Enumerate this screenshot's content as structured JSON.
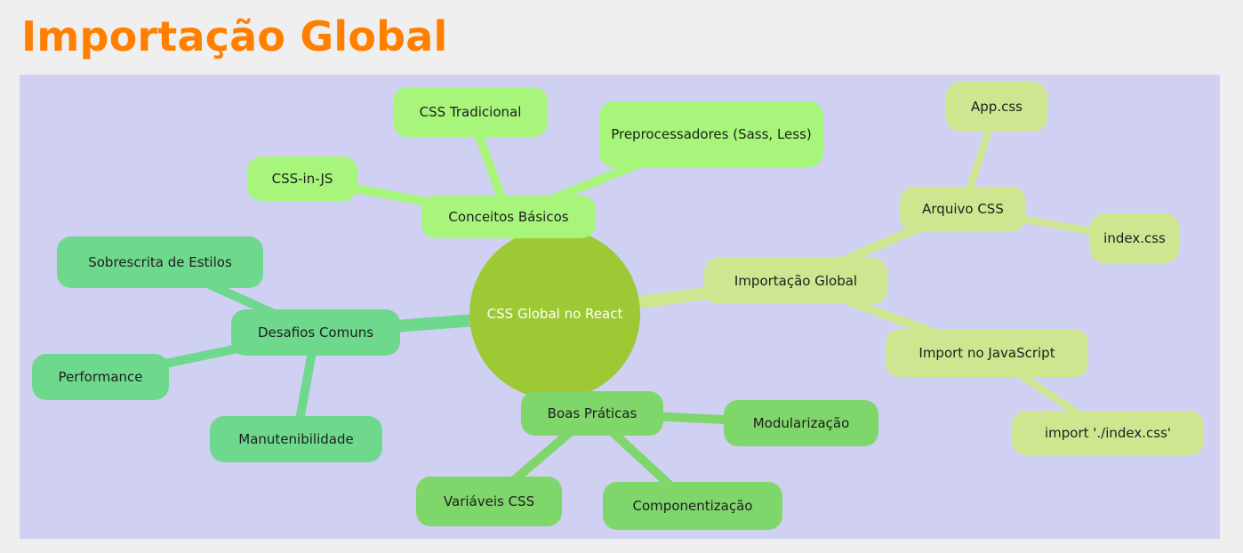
{
  "title": "Importação Global",
  "colors": {
    "title": "#ff7f00",
    "background": "#d0d0f3",
    "center": "#9dc935",
    "branch_top": "#a7f57a",
    "branch_right": "#cfe690",
    "branch_left": "#6ed88d",
    "branch_bottom": "#7fd66b"
  },
  "center": {
    "label": "CSS Global no React"
  },
  "branches": [
    {
      "id": "conceitos",
      "label": "Conceitos Básicos",
      "children": [
        {
          "id": "css-tradicional",
          "label": "CSS Tradicional"
        },
        {
          "id": "preprocessadores",
          "label": "Preprocessadores (Sass, Less)"
        },
        {
          "id": "css-in-js",
          "label": "CSS-in-JS"
        }
      ]
    },
    {
      "id": "importacao",
      "label": "Importação Global",
      "children": [
        {
          "id": "arquivo-css",
          "label": "Arquivo CSS",
          "children": [
            {
              "id": "app-css",
              "label": "App.css"
            },
            {
              "id": "index-css",
              "label": "index.css"
            }
          ]
        },
        {
          "id": "import-js",
          "label": "Import no JavaScript",
          "children": [
            {
              "id": "import-statement",
              "label": "import './index.css'"
            }
          ]
        }
      ]
    },
    {
      "id": "desafios",
      "label": "Desafios Comuns",
      "children": [
        {
          "id": "sobrescrita",
          "label": "Sobrescrita de Estilos"
        },
        {
          "id": "performance",
          "label": "Performance"
        },
        {
          "id": "manutenibilidade",
          "label": "Manutenibilidade"
        }
      ]
    },
    {
      "id": "boas-praticas",
      "label": "Boas Práticas",
      "children": [
        {
          "id": "modularizacao",
          "label": "Modularização"
        },
        {
          "id": "variaveis",
          "label": "Variáveis CSS"
        },
        {
          "id": "componentizacao",
          "label": "Componentização"
        }
      ]
    }
  ]
}
